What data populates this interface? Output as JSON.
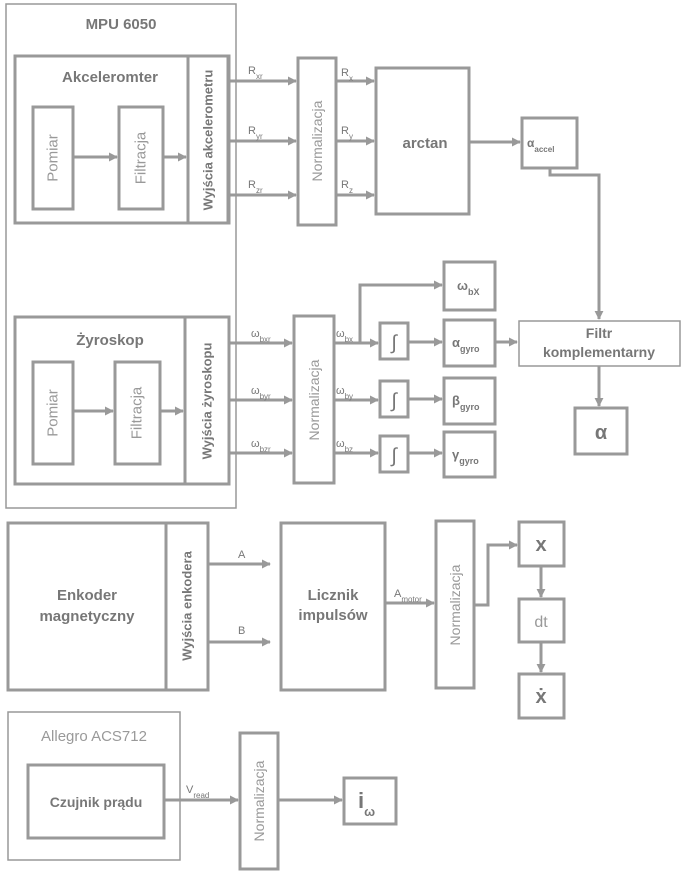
{
  "colors": {
    "stroke": "#999999",
    "text": "#7a7a7a",
    "light_text": "#9a9a9a",
    "background": "#ffffff"
  },
  "mpu": {
    "title": "MPU 6050",
    "accel": {
      "title": "Akceleromter",
      "measure": "Pomiar",
      "filter": "Filtracja",
      "outputs": "Wyjścia akcelerometru",
      "signals": [
        {
          "base": "R",
          "sub": "xr"
        },
        {
          "base": "R",
          "sub": "yr"
        },
        {
          "base": "R",
          "sub": "zr"
        }
      ]
    },
    "gyro": {
      "title": "Żyroskop",
      "measure": "Pomiar",
      "filter": "Filtracja",
      "outputs": "Wyjścia żyroskopu",
      "signals": [
        {
          "base": "ω",
          "sub": "bxr"
        },
        {
          "base": "ω",
          "sub": "byr"
        },
        {
          "base": "ω",
          "sub": "bzr"
        }
      ]
    }
  },
  "accel_norm": {
    "label": "Normalizacja",
    "signals": [
      {
        "base": "R",
        "sub": "x"
      },
      {
        "base": "R",
        "sub": "y"
      },
      {
        "base": "R",
        "sub": "z"
      }
    ]
  },
  "arctan": {
    "label": "arctan"
  },
  "alpha_accel": {
    "base": "α",
    "sub": "accel"
  },
  "gyro_norm": {
    "label": "Normalizacja",
    "signals": [
      {
        "base": "ω",
        "sub": "bx"
      },
      {
        "base": "ω",
        "sub": "by"
      },
      {
        "base": "ω",
        "sub": "bz"
      }
    ]
  },
  "integrator": {
    "symbol": "∫"
  },
  "omega_bx": {
    "base": "ω",
    "sub": "bX"
  },
  "gyro_out": [
    {
      "base": "α",
      "sub": "gyro"
    },
    {
      "base": "β",
      "sub": "gyro"
    },
    {
      "base": "γ",
      "sub": "gyro"
    }
  ],
  "filter": {
    "line1": "Filtr",
    "line2": "komplementarny"
  },
  "alpha_out": {
    "label": "α"
  },
  "encoder": {
    "title_line1": "Enkoder",
    "title_line2": "magnetyczny",
    "outputs": "Wyjścia enkodera",
    "signal_a": "A",
    "signal_b": "B"
  },
  "counter": {
    "line1": "Licznik",
    "line2": "impulsów",
    "out": {
      "base": "A",
      "sub": "motor"
    }
  },
  "encoder_norm": {
    "label": "Normalizacja"
  },
  "pos": {
    "x": "x",
    "dt": "dt",
    "xdot": "ẋ"
  },
  "allegro": {
    "title": "Allegro ACS712",
    "sensor": "Czujnik prądu",
    "signal": {
      "base": "V",
      "sub": "read"
    }
  },
  "current_norm": {
    "label": "Normalizacja"
  },
  "i_out": {
    "base": "i",
    "sub": "ω"
  }
}
